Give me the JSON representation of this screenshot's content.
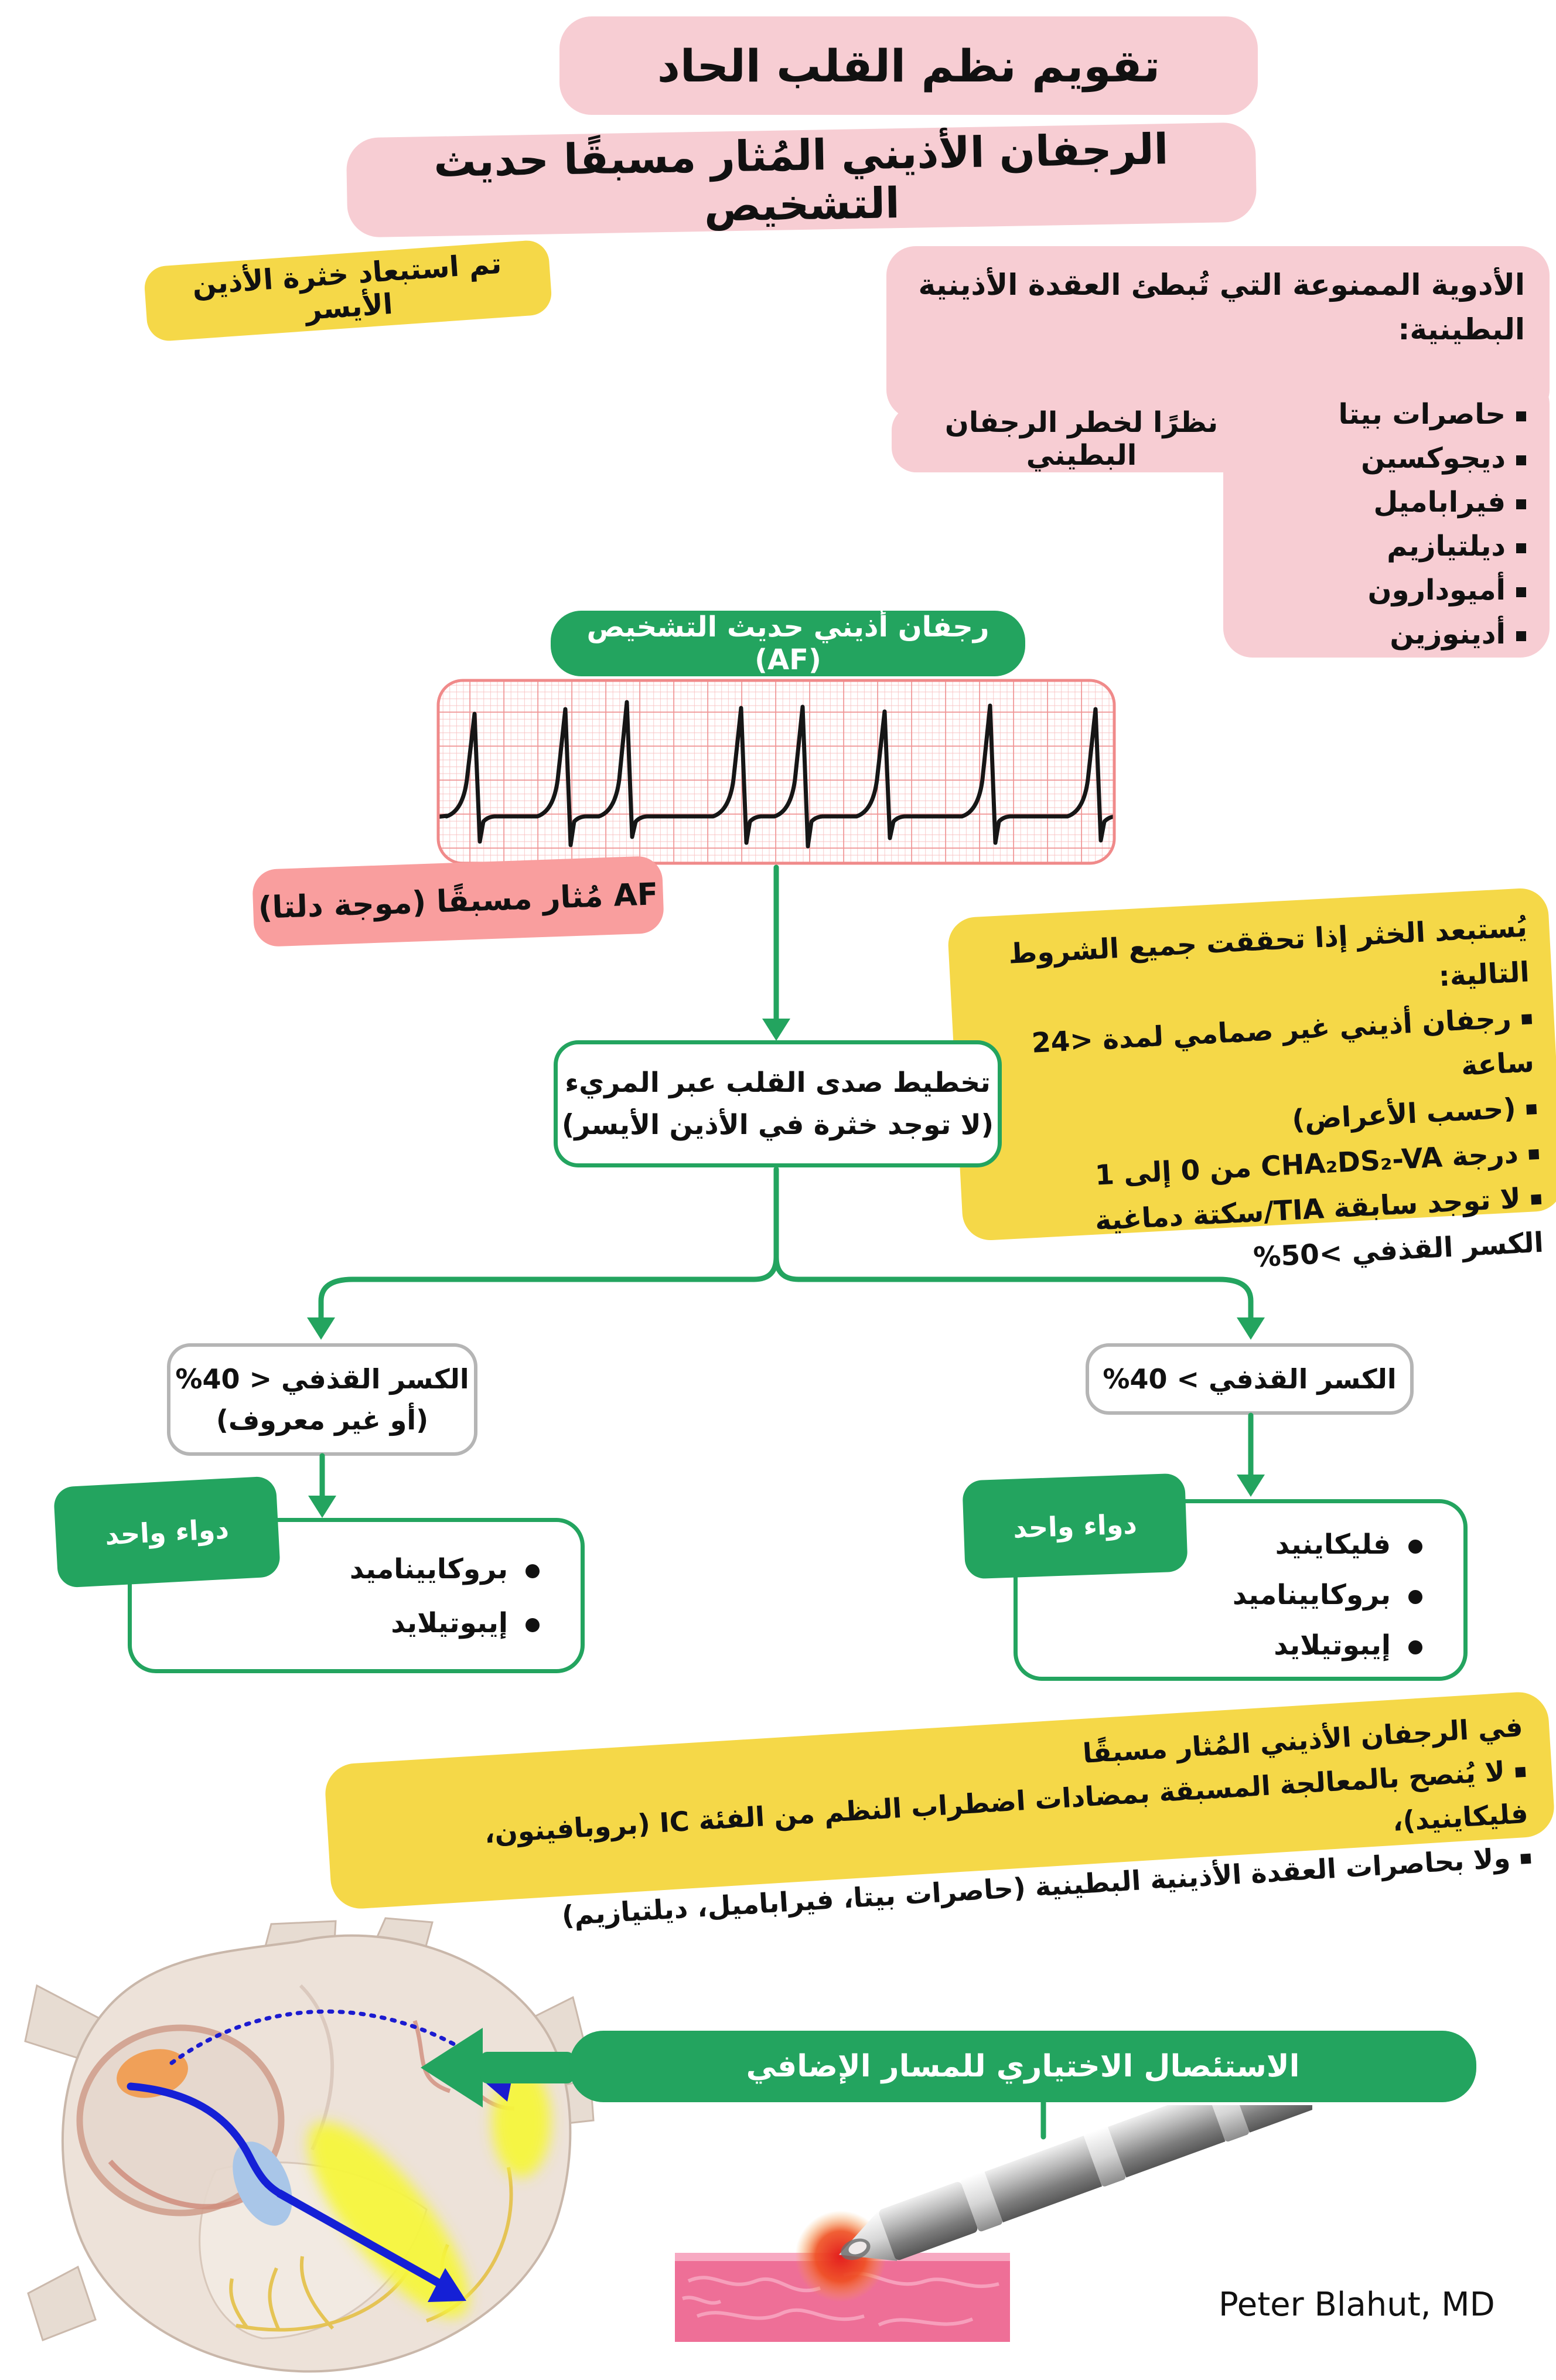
{
  "title": {
    "line1": "تقويم نظم القلب الحاد",
    "line2": "الرجفان الأذيني المُثار مسبقًا حديث التشخيص"
  },
  "left_note": "تم استبعاد خثرة الأذين الأيسر",
  "avoid_box": {
    "heading_line1": "الأدوية الممنوعة التي تُبطئ العقدة الأذينية",
    "heading_line2": "البطينية:",
    "drugs": [
      "حاصرات بيتا",
      "ديجوكسين",
      "فيراباميل",
      "ديلتيازيم",
      "أميودارون",
      "أدينوزين"
    ]
  },
  "vf_note": "نظرًا لخطر الرجفان البطيني",
  "af_node": "رجفان أذيني حديث التشخيص (AF)",
  "ecg_label": "AF مُثار مسبقًا (موجة دلتا)",
  "criteria_box": {
    "heading": "يُستبعد الخثر إذا تحققت جميع الشروط التالية:",
    "bullets": [
      "رجفان أذيني غير صمامي لمدة <24 ساعة",
      "(حسب الأعراض)",
      "درجة CHA₂DS₂-VA من 0 إلى 1",
      "لا توجد سابقة TIA/سكتة دماغية"
    ],
    "footer": "الكسر القذفي >50%"
  },
  "echo_node": {
    "line1": "تخطيط صدى القلب عبر المريء",
    "line2": "(لا توجد خثرة في الأذين الأيسر)"
  },
  "left_branch": {
    "condition": "الكسر القذفي < 40%",
    "condition_note": "(أو غير معروف)",
    "tab": "دواء واحد",
    "drugs": [
      "بروكاييناميد",
      "إيبوتيلايد"
    ]
  },
  "right_branch": {
    "condition": "الكسر القذفي > 40%",
    "tab": "دواء واحد",
    "drugs": [
      "فليكاينيد",
      "بروكاييناميد",
      "إيبوتيلايد"
    ]
  },
  "warning_box": {
    "intro": "في الرجفان الأذيني المُثار مسبقًا",
    "bullets": [
      "لا يُنصح بالمعالجة المسبقة بمضادات اضطراب النظم من الفئة IC (بروبافينون، فليكاينيد)،",
      "ولا بحاصرات العقدة الأذينية البطينية (حاصرات بيتا، فيراباميل، ديلتيازيم)"
    ]
  },
  "ablation_node": "الاستئصال الاختياري للمسار الإضافي",
  "credit": "Peter Blahut, MD",
  "colors": {
    "green": "#23a45f",
    "pink": "#f7cdd3",
    "salmon": "#f99e9e",
    "yellow": "#f5d848",
    "gray_border": "#b5b5b5",
    "ecg_grid_minor": "#f7bfbf",
    "ecg_grid_major": "#ef9494",
    "blue_conduction": "#1520d6"
  }
}
